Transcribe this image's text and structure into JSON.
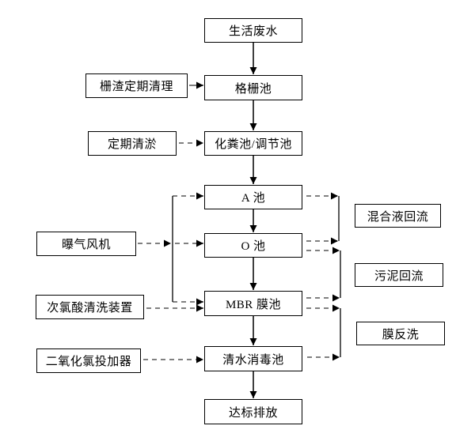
{
  "diagram": {
    "type": "flowchart",
    "subject": "wastewater-treatment-process",
    "colors": {
      "background": "#ffffff",
      "box_border": "#000000",
      "solid_arrow": "#000000",
      "dashed_arrow": "#808080",
      "arrowhead": "#000000"
    },
    "main_flow": [
      {
        "label": "生活废水"
      },
      {
        "label": "格栅池"
      },
      {
        "label": "化粪池/调节池"
      },
      {
        "label": "A 池"
      },
      {
        "label": "O 池"
      },
      {
        "label": "MBR 膜池"
      },
      {
        "label": "清水消毒池"
      },
      {
        "label": "达标排放"
      }
    ],
    "side_inputs": [
      {
        "label": "栅渣定期清理"
      },
      {
        "label": "定期清淤"
      },
      {
        "label": "曝气风机"
      },
      {
        "label": "次氯酸清洗装置"
      },
      {
        "label": "二氧化氯投加器"
      }
    ],
    "recycle_labels": [
      {
        "label": "混合液回流"
      },
      {
        "label": "污泥回流"
      },
      {
        "label": "膜反洗"
      }
    ],
    "edges": [
      {
        "from": "生活废水",
        "to": "格栅池",
        "style": "solid"
      },
      {
        "from": "格栅池",
        "to": "化粪池/调节池",
        "style": "solid"
      },
      {
        "from": "化粪池/调节池",
        "to": "A 池",
        "style": "solid"
      },
      {
        "from": "A 池",
        "to": "O 池",
        "style": "solid"
      },
      {
        "from": "O 池",
        "to": "MBR 膜池",
        "style": "solid"
      },
      {
        "from": "MBR 膜池",
        "to": "清水消毒池",
        "style": "solid"
      },
      {
        "from": "清水消毒池",
        "to": "达标排放",
        "style": "solid"
      },
      {
        "from": "栅渣定期清理",
        "to": "格栅池",
        "style": "solid"
      },
      {
        "from": "定期清淤",
        "to": "化粪池/调节池",
        "style": "dashed"
      },
      {
        "from": "曝气风机",
        "to": "A 池",
        "style": "dashed"
      },
      {
        "from": "曝气风机",
        "to": "O 池",
        "style": "dashed"
      },
      {
        "from": "曝气风机",
        "to": "MBR 膜池",
        "style": "dashed"
      },
      {
        "from": "次氯酸清洗装置",
        "to": "MBR 膜池",
        "style": "dashed"
      },
      {
        "from": "二氧化氯投加器",
        "to": "清水消毒池",
        "style": "dashed"
      },
      {
        "from": "A 池",
        "to": "混合液回流",
        "style": "dashed"
      },
      {
        "from": "O 池",
        "to": "混合液回流",
        "style": "dashed"
      },
      {
        "from": "O 池",
        "to": "污泥回流",
        "style": "dashed"
      },
      {
        "from": "MBR 膜池",
        "to": "污泥回流",
        "style": "dashed"
      },
      {
        "from": "MBR 膜池",
        "to": "膜反洗",
        "style": "dashed"
      },
      {
        "from": "清水消毒池",
        "to": "膜反洗",
        "style": "dashed"
      }
    ]
  }
}
